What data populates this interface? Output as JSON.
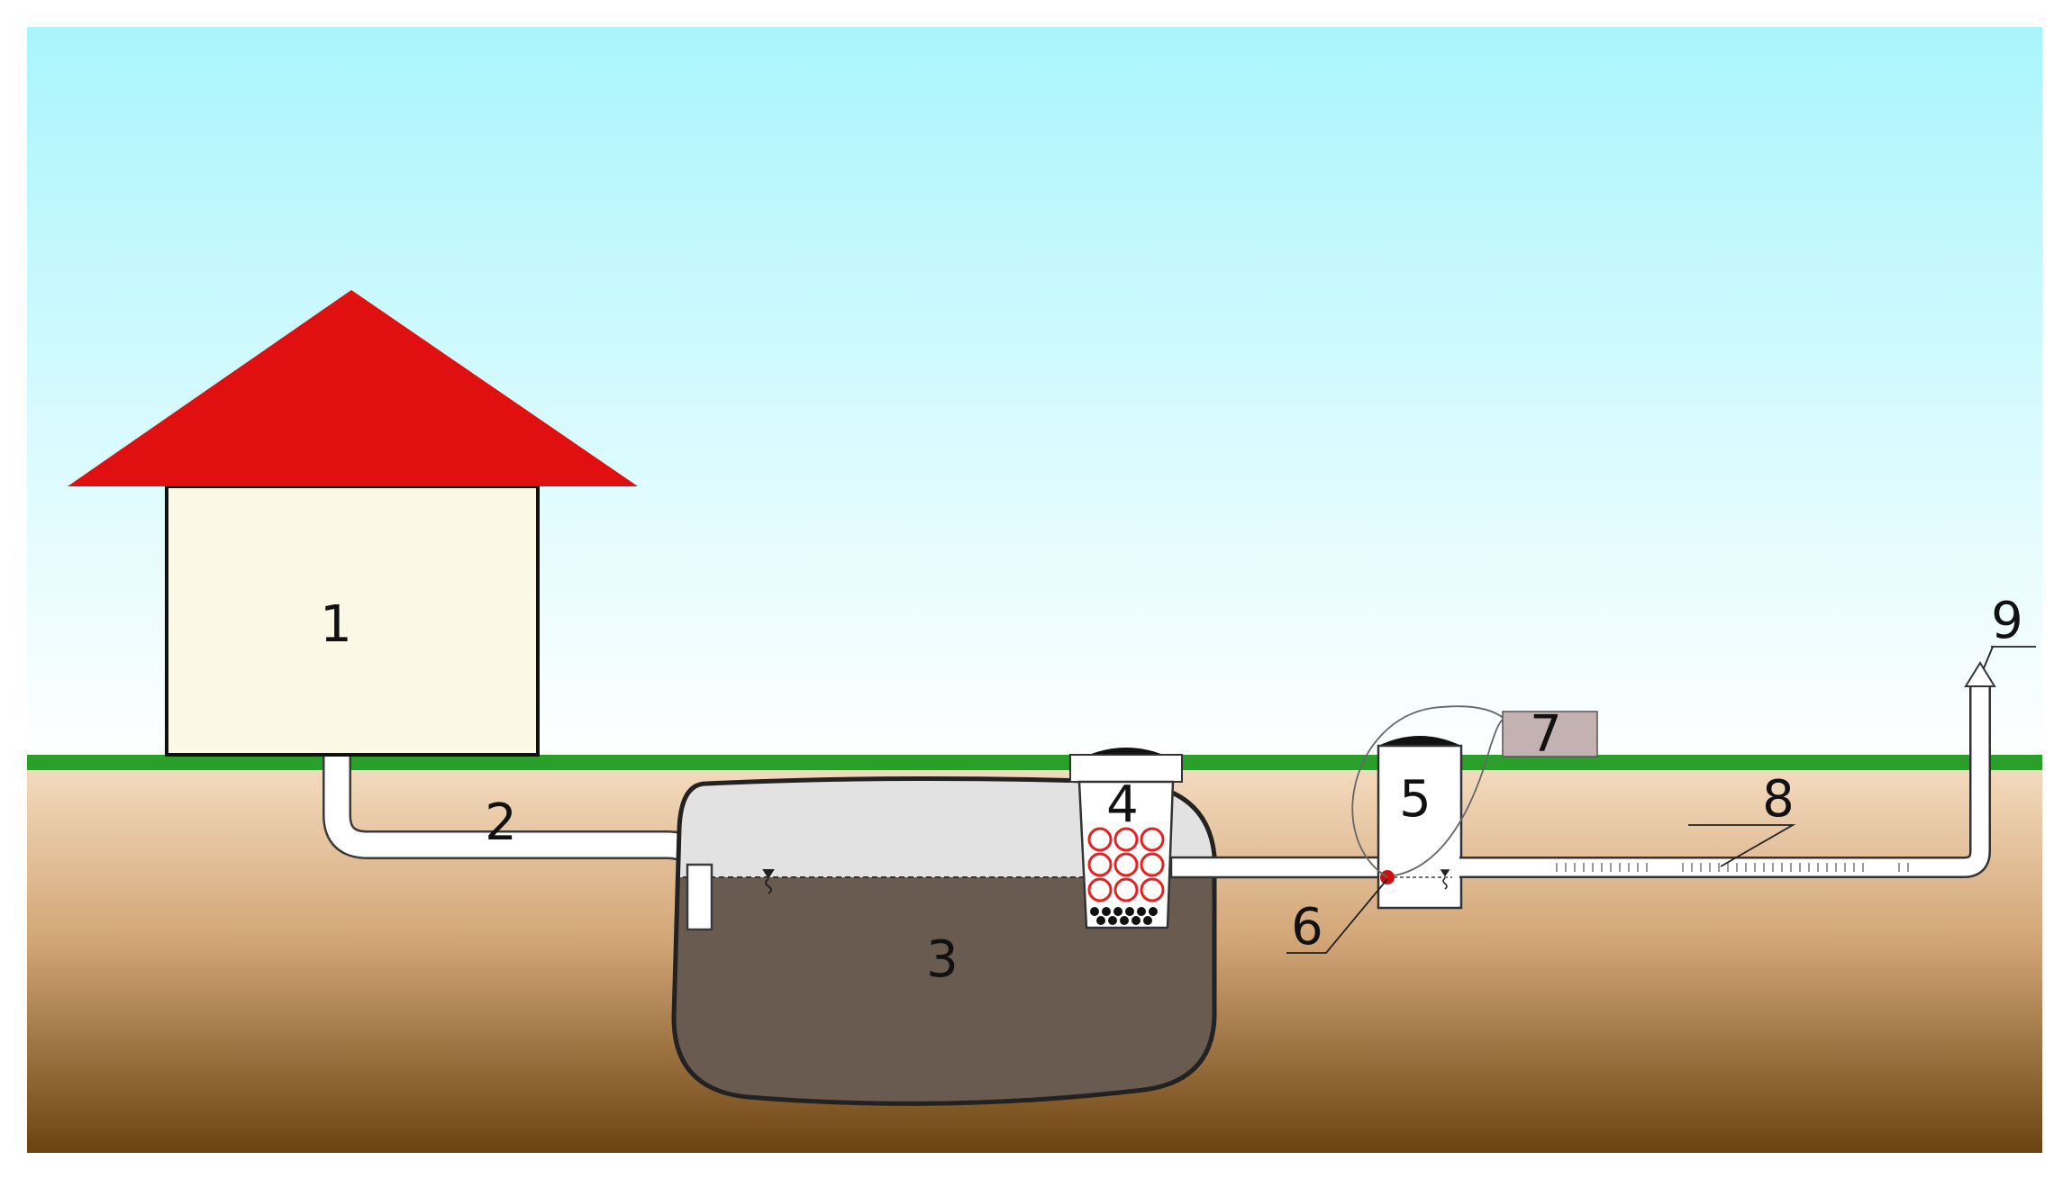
{
  "labels": {
    "house": "1",
    "inlet_pipe": "2",
    "septic_tank": "3",
    "biofilter": "4",
    "pump_well": "5",
    "pump": "6",
    "control_box": "7",
    "drain_pipe": "8",
    "vent": "9"
  },
  "colors": {
    "sky_top": "#a9f5fc",
    "sky_bottom": "#ffffff",
    "grass": "#2aa02a",
    "soil_top": "#f4dcc0",
    "soil_bottom": "#6b4310",
    "roof": "#e11010",
    "house_wall": "#fbf8e6",
    "tank_air": "#e2e2e2",
    "sludge": "#6a5b51",
    "control_box": "#c4b1b1",
    "pipe": "#ffffff",
    "filter_ring": "#e52222",
    "pump": "#cc1010"
  }
}
